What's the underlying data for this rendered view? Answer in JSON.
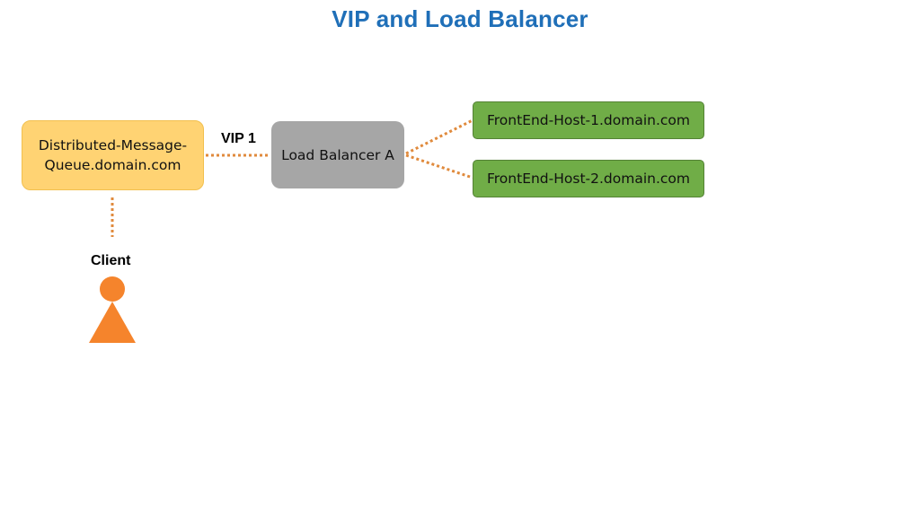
{
  "title": "VIP and Load Balancer",
  "nodes": {
    "queue": {
      "line1": "Distributed-Message-",
      "line2": "Queue.domain.com"
    },
    "load_balancer": {
      "label": "Load Balancer A"
    },
    "hosts": [
      {
        "label": "FrontEnd-Host-1.domain.com"
      },
      {
        "label": "FrontEnd-Host-2.domain.com"
      }
    ]
  },
  "labels": {
    "vip": "VIP 1",
    "client": "Client"
  },
  "icons": {
    "client": "person-icon"
  },
  "colors": {
    "title": "#1f6fb8",
    "queue_fill": "#ffd373",
    "load_balancer_fill": "#a6a6a6",
    "host_fill": "#70ad47",
    "connector": "#e08a3c",
    "client_icon": "#f5842c"
  }
}
